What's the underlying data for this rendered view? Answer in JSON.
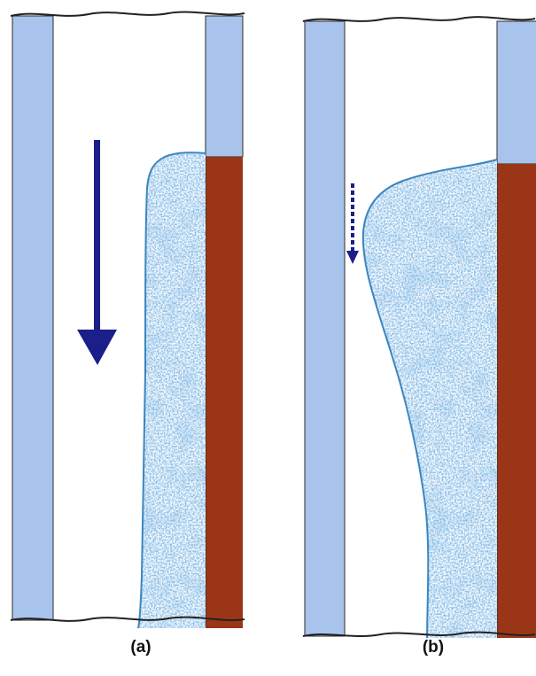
{
  "figure": {
    "panels": [
      {
        "label": "(a)",
        "arrow": {
          "style": "solid",
          "direction": "down"
        }
      },
      {
        "label": "(b)",
        "arrow": {
          "style": "dashed",
          "direction": "down"
        }
      }
    ]
  },
  "colors": {
    "wall": "#a9c4ec",
    "heated_section": "#9b3518",
    "deposit_outline": "#3b86c0",
    "deposit_speckle": "#3f86cc",
    "arrow": "#1b1f8a",
    "edge_line": "#222222"
  }
}
